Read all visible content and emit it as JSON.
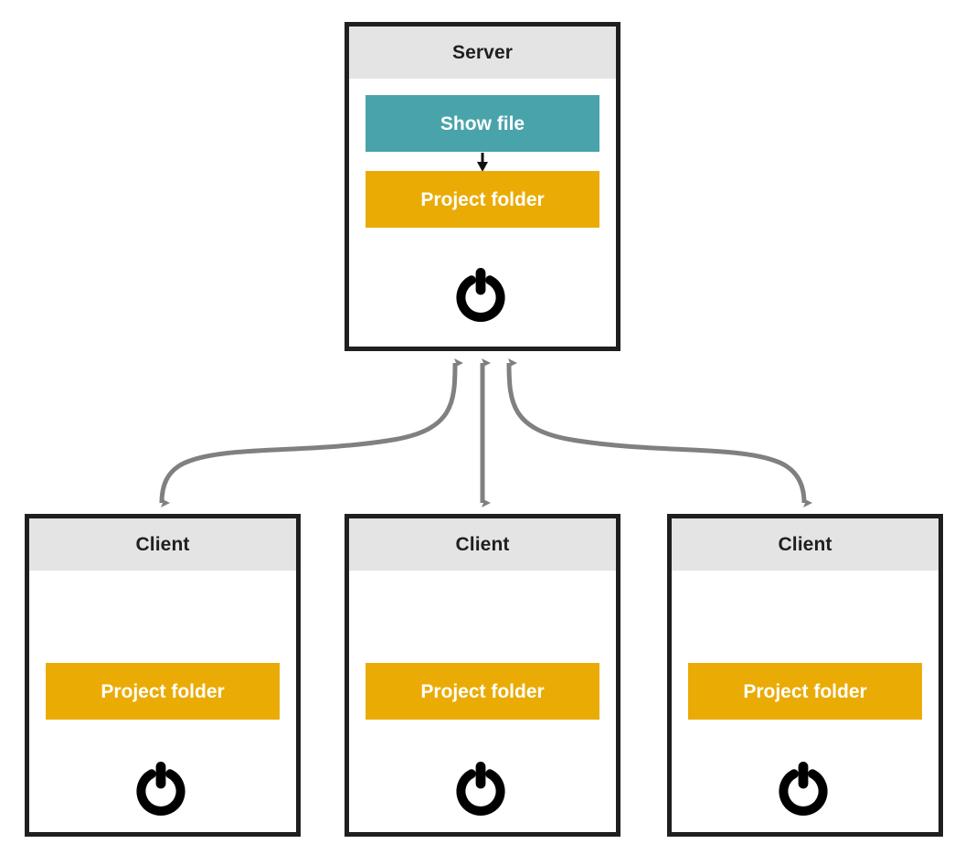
{
  "diagram": {
    "title_hidden": "",
    "type": "client-server architecture diagram",
    "colors": {
      "border": "#1f1f1f",
      "header_bg": "#e4e4e4",
      "teal": "#49a3ab",
      "amber": "#eaab05",
      "connector": "#808080",
      "page_bg": "#ffffff",
      "text_dark": "#1f1f1f",
      "text_light": "#ffffff"
    },
    "server": {
      "title": "Server",
      "show_file_label": "Show file",
      "project_folder_label": "Project folder",
      "internal_arrow_name": "show-file-to-project-folder-arrow",
      "power_icon": "power-icon"
    },
    "clients": [
      {
        "title": "Client",
        "project_folder_label": "Project folder",
        "power_icon": "power-icon"
      },
      {
        "title": "Client",
        "project_folder_label": "Project folder",
        "power_icon": "power-icon"
      },
      {
        "title": "Client",
        "project_folder_label": "Project folder",
        "power_icon": "power-icon"
      }
    ],
    "connectors": [
      {
        "name": "server-client-1-link",
        "from": "Server",
        "to": "Client",
        "style": "curved",
        "arrowheads": "both"
      },
      {
        "name": "server-client-2-link",
        "from": "Server",
        "to": "Client",
        "style": "straight",
        "arrowheads": "both"
      },
      {
        "name": "server-client-3-link",
        "from": "Server",
        "to": "Client",
        "style": "curved",
        "arrowheads": "both"
      }
    ]
  }
}
